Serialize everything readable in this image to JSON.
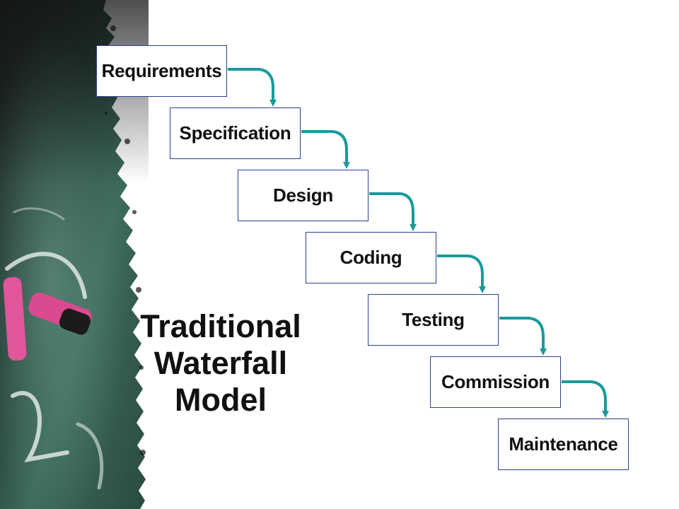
{
  "diagram": {
    "title_lines": [
      "Traditional",
      "Waterfall",
      "Model"
    ],
    "stages": [
      "Requirements",
      "Specification",
      "Design",
      "Coding",
      "Testing",
      "Commission",
      "Maintenance"
    ],
    "colors": {
      "box_border": "#2b3f8e",
      "connector": "#1a9a9a",
      "text": "#111111",
      "chalkboard": "#2f5a4c",
      "chalk_pink": "#e1559a"
    }
  }
}
